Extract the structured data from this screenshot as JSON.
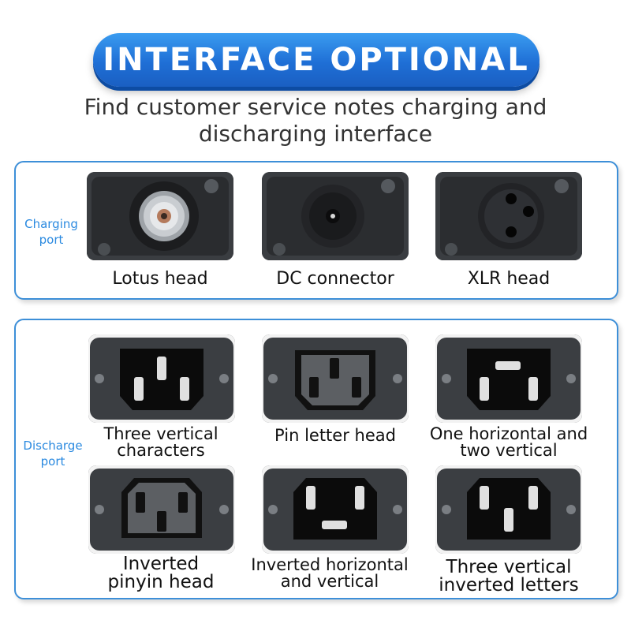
{
  "banner": {
    "title": "INTERFACE OPTIONAL"
  },
  "subtitle": {
    "line1": "Find customer service notes charging and",
    "line2": "discharging interface"
  },
  "charging": {
    "label_line1": "Charging",
    "label_line2": "port",
    "items": [
      {
        "caption": "Lotus head",
        "icon": "rca-lotus-socket-icon"
      },
      {
        "caption": "DC connector",
        "icon": "dc-barrel-socket-icon"
      },
      {
        "caption": "XLR head",
        "icon": "xlr-socket-icon"
      }
    ]
  },
  "discharge": {
    "label_line1": "Discharge",
    "label_line2": "port",
    "items": [
      {
        "caption_line1": "Three vertical",
        "caption_line2": "characters",
        "icon": "three-vertical-socket-icon"
      },
      {
        "caption_line1": "Pin letter head",
        "caption_line2": "",
        "icon": "pin-letter-socket-icon"
      },
      {
        "caption_line1": "One horizontal and",
        "caption_line2": "two vertical",
        "icon": "one-horizontal-two-vertical-socket-icon"
      },
      {
        "caption_line1": "Inverted",
        "caption_line2": "pinyin head",
        "icon": "inverted-pinyin-socket-icon"
      },
      {
        "caption_line1": "Inverted horizontal",
        "caption_line2": "and vertical",
        "icon": "inverted-horizontal-vertical-socket-icon"
      },
      {
        "caption_line1": "Three vertical",
        "caption_line2": "inverted letters",
        "icon": "three-vertical-inverted-socket-icon"
      }
    ]
  },
  "colors": {
    "accent": "#2b8ae0",
    "banner": "#1f6fd6",
    "panel_border": "#3d8fd8"
  }
}
